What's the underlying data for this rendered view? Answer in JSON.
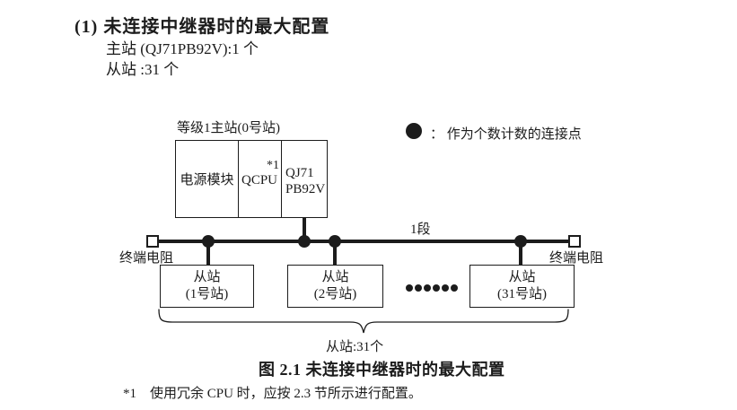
{
  "colors": {
    "ink": "#1c1c1c",
    "background": "#ffffff"
  },
  "header": {
    "title": "(1) 未连接中继器时的最大配置",
    "master_count": "主站 (QJ71PB92V):1 个",
    "slave_count": "从站 :31 个"
  },
  "legend": {
    "label": "： 作为个数计数的连接点"
  },
  "diagram": {
    "master": {
      "station_label": "等级1主站(0号站)",
      "power_module": "电源模块",
      "cpu": "QCPU",
      "cpu_note": "*1",
      "module_line1": "QJ71",
      "module_line2": "PB92V"
    },
    "bus": {
      "segment_label": "1段",
      "terminator_left_label": "终端电阻",
      "terminator_right_label": "终端电阻"
    },
    "slaves": [
      {
        "line1": "从站",
        "line2": "(1号站)"
      },
      {
        "line1": "从站",
        "line2": "(2号站)"
      },
      {
        "line1": "从站",
        "line2": "(31号站)"
      }
    ],
    "slave_total_label": "从站:31个"
  },
  "caption": "图 2.1 未连接中继器时的最大配置",
  "footnote": {
    "marker": "*1",
    "text": "使用冗余 CPU 时，应按 2.3 节所示进行配置。"
  }
}
